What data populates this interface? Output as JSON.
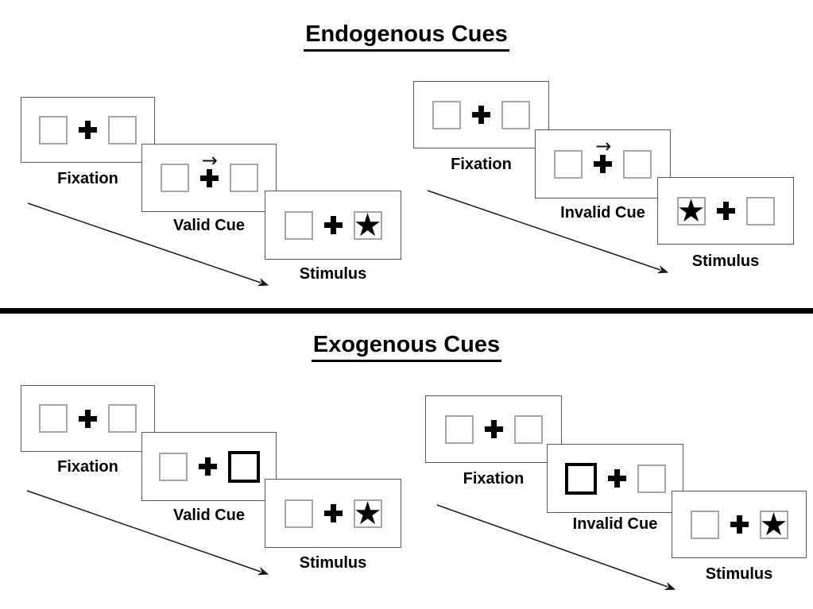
{
  "page": {
    "background": "#ffffff"
  },
  "colors": {
    "ink": "#000000",
    "panel_border": "#595959",
    "box_border": "#a6a6a6",
    "cued_box_border": "#000000",
    "divider": "#000000"
  },
  "icons": {
    "fixation_cross": "heavy-plus-cross",
    "cue_arrow": "→",
    "target_star": "★",
    "timeline_arrow": "diagonal-arrow-down-right"
  },
  "sections": [
    {
      "title": "Endogenous Cues",
      "sequences": [
        {
          "type": "valid",
          "panels": [
            {
              "label": "Fixation",
              "arrow": "",
              "left_symbol": "",
              "right_symbol": "",
              "cued": ""
            },
            {
              "label": "Valid Cue",
              "arrow": "→",
              "left_symbol": "",
              "right_symbol": "",
              "cued": ""
            },
            {
              "label": "Stimulus",
              "arrow": "",
              "left_symbol": "",
              "right_symbol": "★",
              "cued": ""
            }
          ]
        },
        {
          "type": "invalid",
          "panels": [
            {
              "label": "Fixation",
              "arrow": "",
              "left_symbol": "",
              "right_symbol": "",
              "cued": ""
            },
            {
              "label": "Invalid Cue",
              "arrow": "→",
              "left_symbol": "",
              "right_symbol": "",
              "cued": ""
            },
            {
              "label": "Stimulus",
              "arrow": "",
              "left_symbol": "★",
              "right_symbol": "",
              "cued": ""
            }
          ]
        }
      ]
    },
    {
      "title": "Exogenous Cues",
      "sequences": [
        {
          "type": "valid",
          "panels": [
            {
              "label": "Fixation",
              "arrow": "",
              "left_symbol": "",
              "right_symbol": "",
              "cued": ""
            },
            {
              "label": "Valid Cue",
              "arrow": "",
              "left_symbol": "",
              "right_symbol": "",
              "cued": "right"
            },
            {
              "label": "Stimulus",
              "arrow": "",
              "left_symbol": "",
              "right_symbol": "★",
              "cued": ""
            }
          ]
        },
        {
          "type": "invalid",
          "panels": [
            {
              "label": "Fixation",
              "arrow": "",
              "left_symbol": "",
              "right_symbol": "",
              "cued": ""
            },
            {
              "label": "Invalid Cue",
              "arrow": "",
              "left_symbol": "",
              "right_symbol": "",
              "cued": "left"
            },
            {
              "label": "Stimulus",
              "arrow": "",
              "left_symbol": "",
              "right_symbol": "★",
              "cued": ""
            }
          ]
        }
      ]
    }
  ]
}
